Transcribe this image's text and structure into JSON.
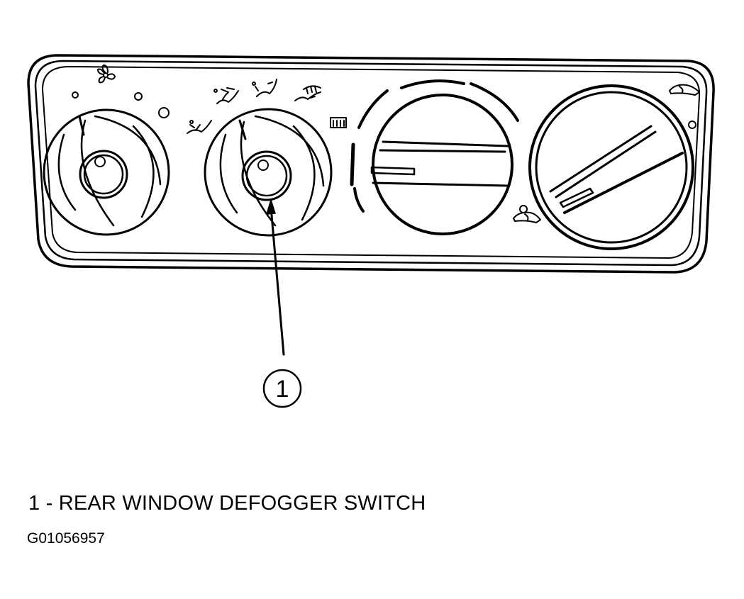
{
  "callout": {
    "number": "1"
  },
  "caption": {
    "text": "1 - REAR WINDOW DEFOGGER SWITCH"
  },
  "figure_id": "G01056957",
  "icons": {
    "blower_fan": "fan-icon",
    "mode_floor": "floor-vent-icon",
    "mode_mix": "floor-defrost-mix-icon",
    "mode_defrost": "windshield-defrost-icon",
    "rear_defogger": "rear-defogger-icon",
    "recirc_top": "recirculation-icon",
    "recirc_bottom": "fresh-air-icon"
  }
}
